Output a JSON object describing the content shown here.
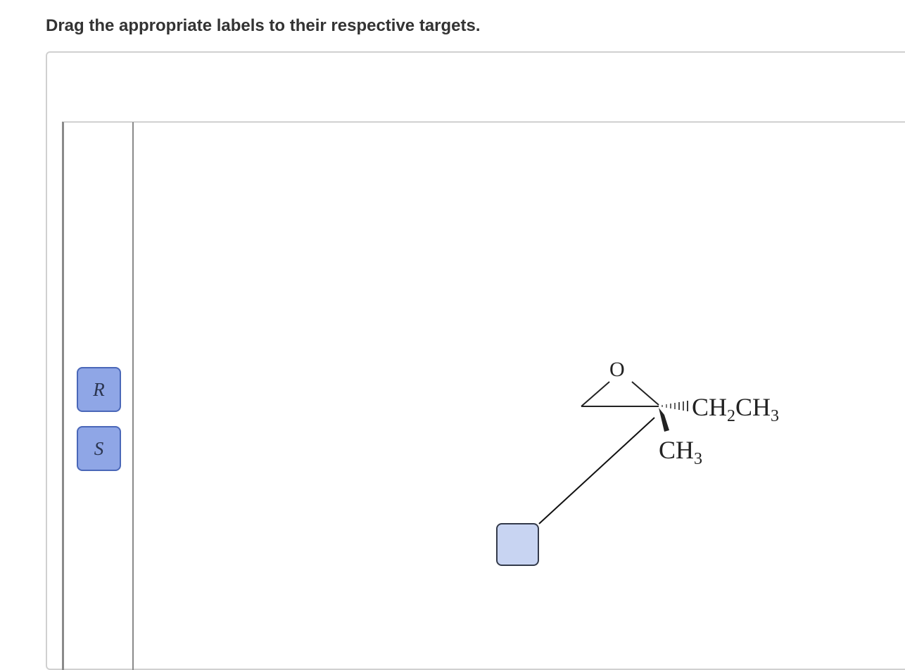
{
  "instructions": "Drag the appropriate labels to their respective targets.",
  "labels": [
    {
      "text": "R"
    },
    {
      "text": "S"
    }
  ],
  "molecule": {
    "oxygen": "O",
    "substituent_ethyl": "CH",
    "substituent_ethyl_sub1": "2",
    "substituent_ethyl_mid": "CH",
    "substituent_ethyl_sub2": "3",
    "substituent_methyl": "CH",
    "substituent_methyl_sub": "3"
  },
  "colors": {
    "label_fill": "#8fa6e6",
    "label_border": "#4a67b8",
    "target_fill": "#c8d4f2",
    "target_border": "#333a4a"
  }
}
